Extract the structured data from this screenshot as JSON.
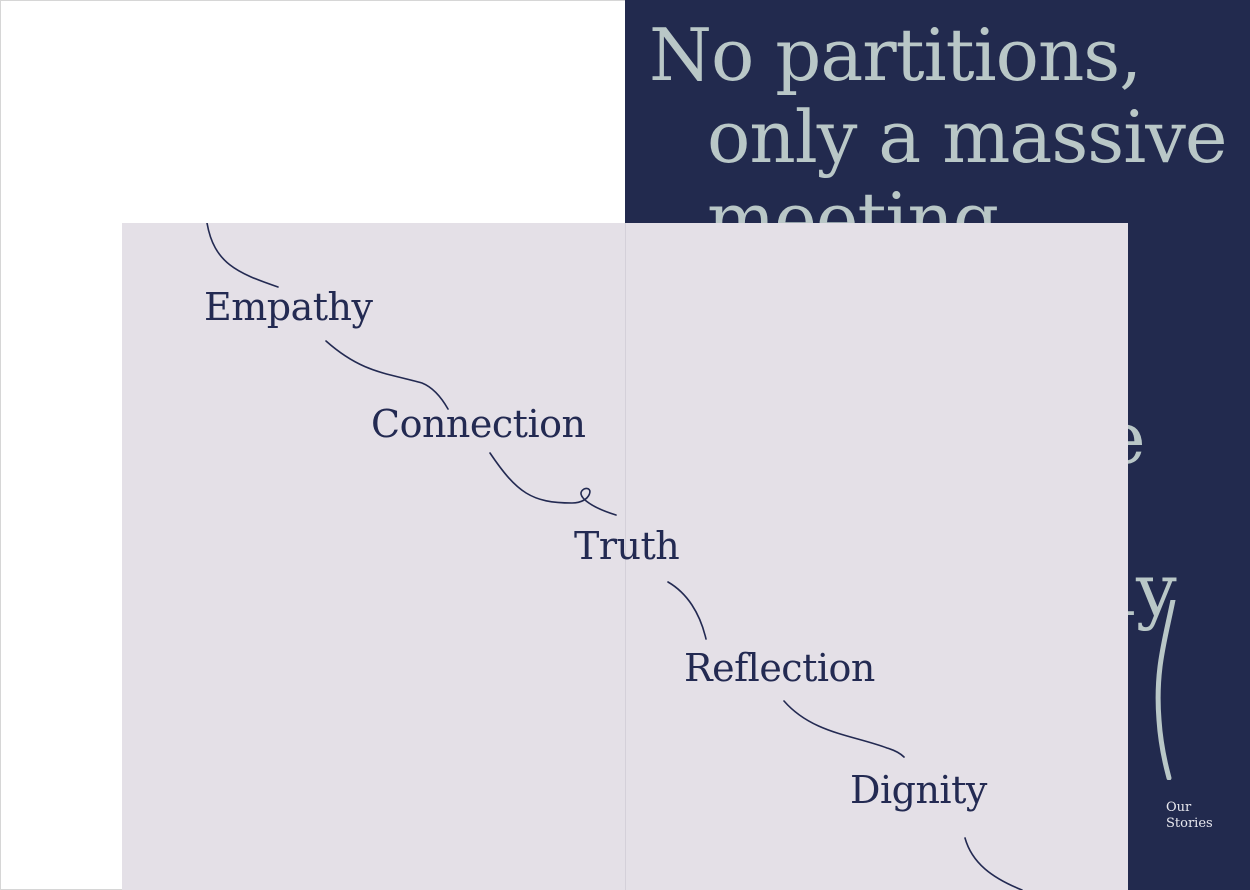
{
  "right_page": {
    "headline_lines": [
      "No partitions,",
      "only a massive",
      "meeting"
    ],
    "fragment_e": "e",
    "fragment_ly": "ly",
    "footer_link": [
      "Our",
      "Stories"
    ]
  },
  "card": {
    "words": [
      "Empathy",
      "Connection",
      "Truth",
      "Reflection",
      "Dignity"
    ]
  },
  "colors": {
    "navy": "#222a4e",
    "headline": "#b9c7c7",
    "lilac": "#e4e0e7",
    "ink": "#232a52"
  }
}
